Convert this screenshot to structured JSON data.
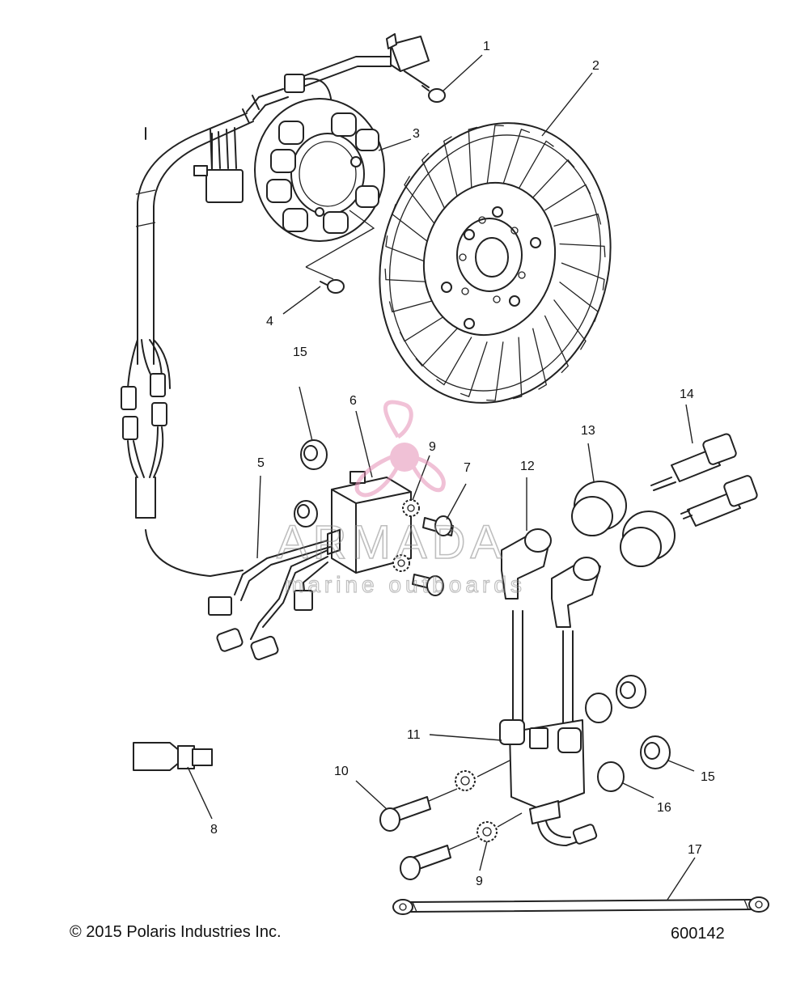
{
  "callouts": [
    {
      "id": "1",
      "label": "1"
    },
    {
      "id": "2",
      "label": "2"
    },
    {
      "id": "3",
      "label": "3"
    },
    {
      "id": "4",
      "label": "4"
    },
    {
      "id": "5",
      "label": "5"
    },
    {
      "id": "6",
      "label": "6"
    },
    {
      "id": "7",
      "label": "7"
    },
    {
      "id": "8",
      "label": "8"
    },
    {
      "id": "9a",
      "label": "9"
    },
    {
      "id": "9b",
      "label": "9"
    },
    {
      "id": "10",
      "label": "10"
    },
    {
      "id": "11",
      "label": "11"
    },
    {
      "id": "12",
      "label": "12"
    },
    {
      "id": "13",
      "label": "13"
    },
    {
      "id": "14",
      "label": "14"
    },
    {
      "id": "15a",
      "label": "15"
    },
    {
      "id": "15b",
      "label": "15"
    },
    {
      "id": "16",
      "label": "16"
    },
    {
      "id": "17",
      "label": "17"
    }
  ],
  "watermark": {
    "brand": "ARMADA",
    "tagline": "marine outboards",
    "color": "#e58fb6",
    "text_color": "#8a8a8a"
  },
  "footer": {
    "copyright": "© 2015 Polaris Industries Inc.",
    "diagram_id": "600142"
  },
  "line_color": "#222222"
}
